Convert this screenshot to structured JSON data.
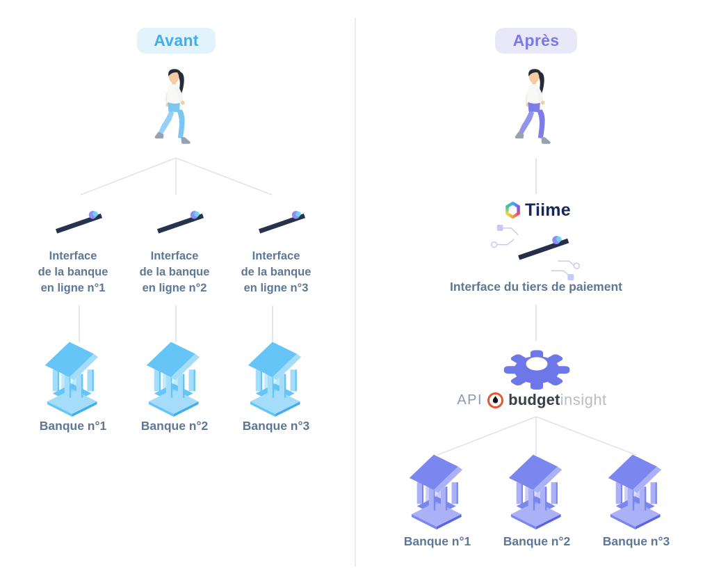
{
  "colors": {
    "avant-accent": "#41aee8",
    "avant-bg": "#e2f3fc",
    "apres-accent": "#7b79e8",
    "apres-bg": "#e9e8f9",
    "label": "#5e7795",
    "left-bank-main": "#64c5f6",
    "left-bank-light": "#a5dcfa",
    "left-bank-pale": "#ddf3fe",
    "left-bank-dark": "#41aeef",
    "right-bank-main": "#7b86ee",
    "right-bank-light": "#aab1f7",
    "right-bank-pale": "#dee1ff",
    "right-bank-dark": "#5a64e5",
    "left-pants": "#7cc7f2",
    "right-pants": "#7e7ce6",
    "tiime-text": "#17275c",
    "budget-dark": "#3a3f47",
    "insight-light": "#b9bdc2",
    "droplet-ring": "#e8542e",
    "api-text": "#8b99ad"
  },
  "icons": {
    "person": "walking-person-icon",
    "phone_card": "banking-card-phone-icon",
    "bank": "bank-building-icon",
    "gear": "api-gear-icon",
    "tiime_logo": "tiime-hexagon-logo",
    "droplet": "budget-insight-droplet-logo"
  },
  "left": {
    "badge": "Avant",
    "interfaces": [
      "Interface\nde la banque\nen ligne n°1",
      "Interface\nde la banque\nen ligne n°2",
      "Interface\nde la banque\nen ligne n°3"
    ],
    "banks": [
      "Banque n°1",
      "Banque n°2",
      "Banque n°3"
    ]
  },
  "right": {
    "badge": "Après",
    "brand": "Tiime",
    "interface_label": "Interface du tiers de paiement",
    "api_label": "API",
    "api_brand_bold": "budget",
    "api_brand_light": "insight",
    "banks": [
      "Banque n°1",
      "Banque n°2",
      "Banque n°3"
    ]
  }
}
